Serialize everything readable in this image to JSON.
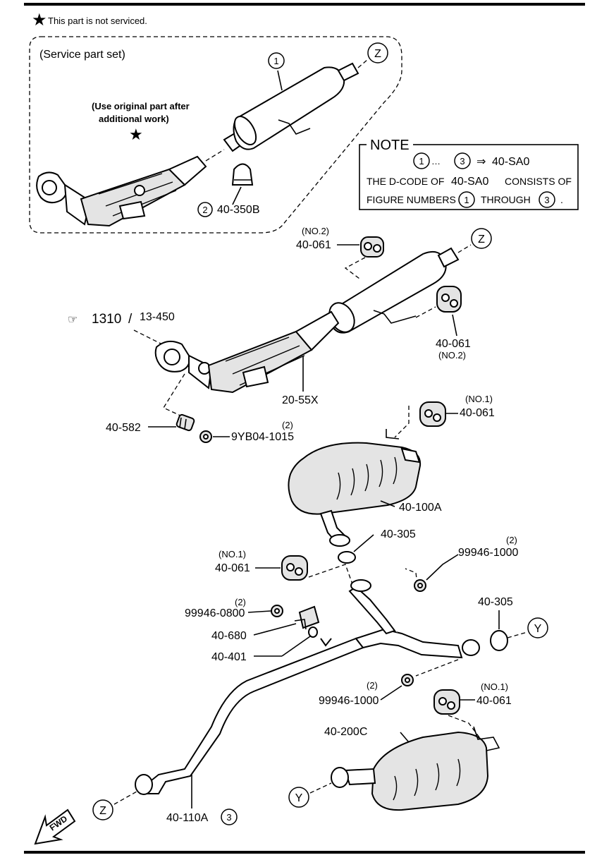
{
  "legend": {
    "star_note": "This part is not serviced."
  },
  "service_set": {
    "title": "(Service part set)",
    "use_original_line1": "(Use original part after",
    "use_original_line2": "additional work)",
    "clamp_ref": "2",
    "clamp_part": "40-350B",
    "muffler_ref": "1",
    "connector": "Z"
  },
  "note": {
    "title": "NOTE",
    "ref_start": "1",
    "ellipsis": "…",
    "ref_end": "3",
    "arrow": "⇒",
    "dcode": "40-SA0",
    "line2_pre": "THE D-CODE OF",
    "line2_code": "40-SA0",
    "line2_post": "CONSISTS OF",
    "line3_pre": "FIGURE NUMBERS",
    "line3_ref1": "1",
    "line3_mid": "THROUGH",
    "line3_ref2": "3",
    "line3_end": "."
  },
  "callouts": {
    "hanger_top_no": "(NO.2)",
    "hanger_top": "40-061",
    "conn_z_mid": "Z",
    "hanger_right_no": "(NO.2)",
    "hanger_right": "40-061",
    "ref_num": "1310",
    "ref_sep": "/",
    "ref_code": "13-450",
    "converter": "20-55X",
    "stud": "40-582",
    "nut_qty": "(2)",
    "nut": "9YB04-1015",
    "hanger_mid_no": "(NO.1)",
    "hanger_mid": "40-061",
    "front_muffler": "40-100A",
    "gasket1": "40-305",
    "hanger_left_no": "(NO.1)",
    "hanger_left": "40-061",
    "nut2_qty": "(2)",
    "nut2": "99946-1000",
    "nut3_qty": "(2)",
    "nut3": "99946-0800",
    "bracket": "40-680",
    "rubber": "40-401",
    "gasket2": "40-305",
    "conn_y_right": "Y",
    "nut4_qty": "(2)",
    "nut4": "99946-1000",
    "hanger_low_no": "(NO.1)",
    "hanger_low": "40-061",
    "rear_muffler": "40-200C",
    "conn_y_left": "Y",
    "conn_z_left": "Z",
    "pipe": "40-110A",
    "pipe_ref": "3",
    "fwd": "FWD"
  }
}
